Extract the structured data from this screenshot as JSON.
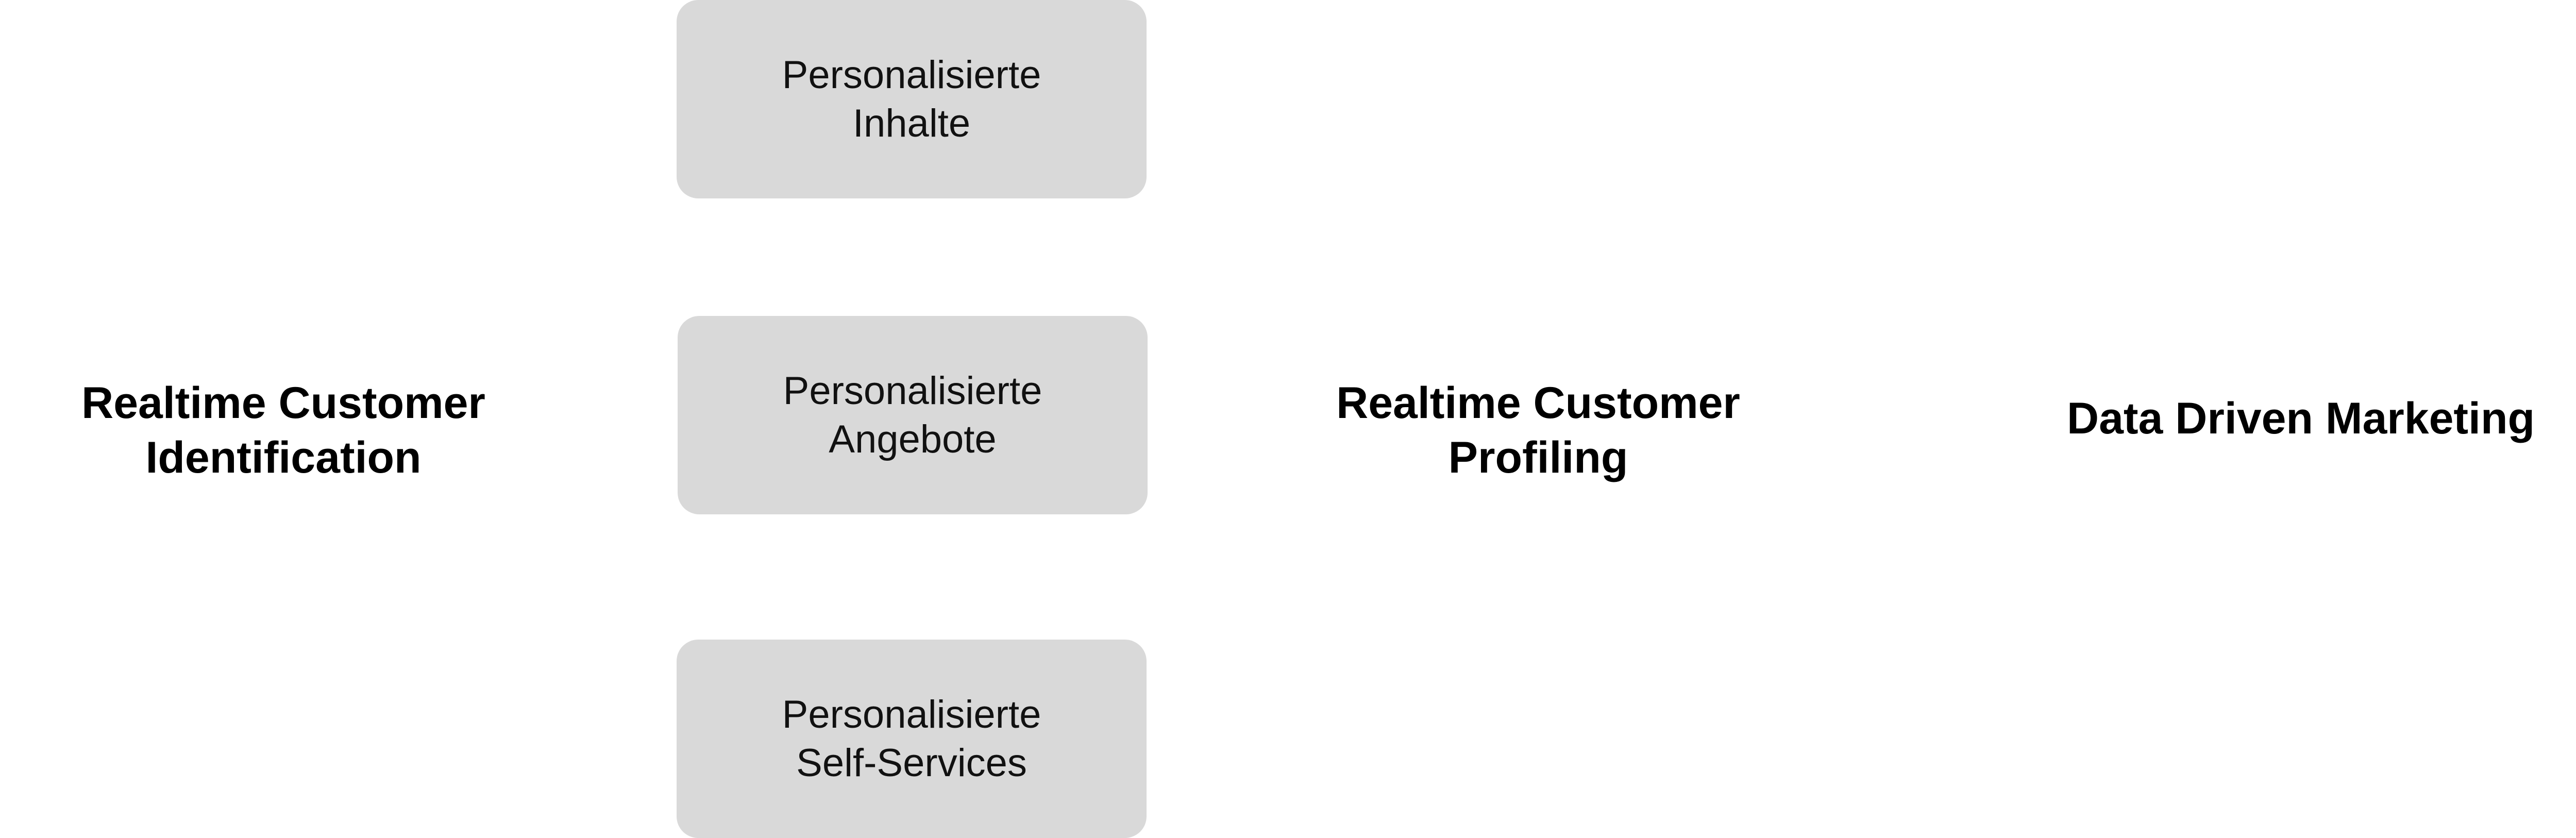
{
  "headings": {
    "left": {
      "line1": "Realtime Customer",
      "line2": "Identification"
    },
    "middle": {
      "line1": "Realtime Customer",
      "line2": "Profiling"
    },
    "right": {
      "line1": "Data Driven Marketing"
    }
  },
  "boxes": [
    {
      "line1": "Personalisierte",
      "line2": "Inhalte"
    },
    {
      "line1": "Personalisierte",
      "line2": "Angebote"
    },
    {
      "line1": "Personalisierte",
      "line2": "Self-Services"
    }
  ],
  "colors": {
    "box_fill": "#d9d9d9",
    "text": "#000000",
    "background": "#ffffff"
  }
}
